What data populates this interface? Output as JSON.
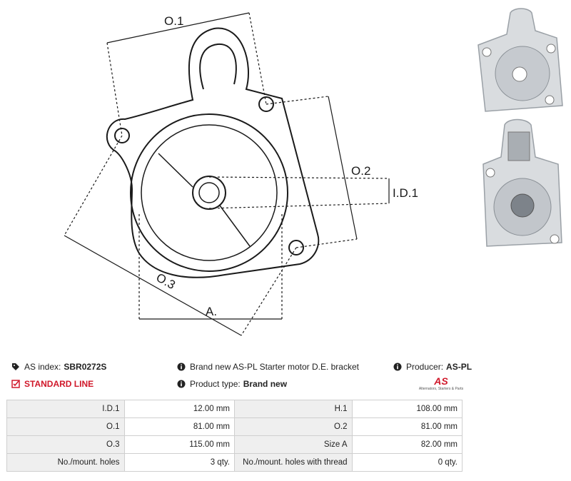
{
  "dimensions": {
    "o1": "O.1",
    "o2": "O.2",
    "o3": "O.3",
    "id1": "I.D.1",
    "a": "A."
  },
  "info": {
    "as_index_label": "AS index:",
    "as_index_value": "SBR0272S",
    "standard_line": "STANDARD LINE",
    "description": "Brand new AS-PL Starter motor D.E. bracket",
    "product_type_label": "Product type:",
    "product_type_value": "Brand new",
    "producer_label": "Producer:",
    "producer_value": "AS-PL",
    "logo_text": "AS",
    "logo_tagline": "Alternators, Starters & Parts"
  },
  "specs": {
    "rows": [
      {
        "k1": "I.D.1",
        "v1": "12.00 mm",
        "k2": "H.1",
        "v2": "108.00 mm"
      },
      {
        "k1": "O.1",
        "v1": "81.00 mm",
        "k2": "O.2",
        "v2": "81.00 mm"
      },
      {
        "k1": "O.3",
        "v1": "115.00 mm",
        "k2": "Size A",
        "v2": "82.00 mm"
      },
      {
        "k1": "No./mount. holes",
        "v1": "3 qty.",
        "k2": "No./mount. holes with thread",
        "v2": "0 qty."
      }
    ]
  },
  "colors": {
    "accent_red": "#d0182a",
    "line": "#1a1a1a",
    "table_key_bg": "#efefef"
  },
  "icons": [
    "tag-icon",
    "info-icon",
    "checkbox-icon"
  ]
}
